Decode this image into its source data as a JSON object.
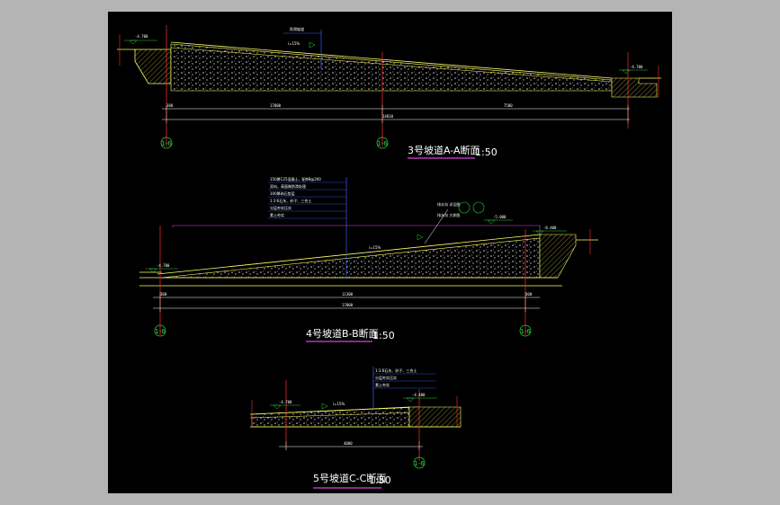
{
  "colors": {
    "background": "#b4b4b4",
    "canvas": "#000000",
    "section_line": "#ffff66",
    "dimension": "#ffffff",
    "axis": "#2ccc3a",
    "grid_line": "#ff3030",
    "leader": "#3a5cff",
    "magenta": "#e040e0",
    "title_underline": "#e040e0"
  },
  "sections": [
    {
      "title": "3号坡道A-A断面",
      "scale": "1:50",
      "elevation_left": "-4.700",
      "elevation_right": "-4.700",
      "slope_label": "i=15%",
      "note": "防滑坡道",
      "dims_top": [
        "180",
        "17000",
        "7500"
      ],
      "dim_total": "14810",
      "axis_labels": [
        "1-6",
        "1-6"
      ]
    },
    {
      "title": "4号坡道B-B断面",
      "scale": "1:50",
      "elevation_left": "-4.700",
      "elevation_right": "-0.400",
      "elevation_mid": "-5.000",
      "slope_label": "i=15%",
      "notes": [
        "150厚C25混凝土，配Φ8@200",
        "双向，表面做防滑处理",
        "100厚碎石垫层",
        "1:3:6石灰、砂子、三合土",
        "分层夯实压实",
        "素土夯实"
      ],
      "callout_notes": [
        "排水沟 详见图",
        "排水沟 大样图"
      ],
      "dims_top": [
        "300",
        "11300",
        "300"
      ],
      "dim_total": "17000",
      "axis_labels": [
        "1-6",
        "1-6"
      ]
    },
    {
      "title": "5号坡道C-C断面",
      "scale": "1:50",
      "elevation_left": "-4.700",
      "elevation_right": "-4.400",
      "slope_label": "i=15%",
      "notes": [
        "1:3:6石灰、砂子、三合土",
        "分层夯实压实",
        "素土夯实"
      ],
      "dim_total": "4000",
      "axis_labels": [
        "1-6"
      ]
    }
  ]
}
